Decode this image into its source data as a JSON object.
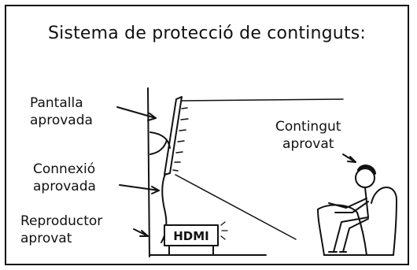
{
  "comic": {
    "title": "Sistema de protecció de continguts:",
    "labels": {
      "screen": [
        "Pantalla",
        "aprovada"
      ],
      "connection": [
        "Connexió",
        "aprovada"
      ],
      "player": [
        "Reproductor",
        "aprovat"
      ],
      "content": [
        "Contingut",
        "aprovat"
      ]
    },
    "device_text": "HDMI"
  },
  "colors": {
    "ink": "#111111",
    "background": "#ffffff"
  }
}
